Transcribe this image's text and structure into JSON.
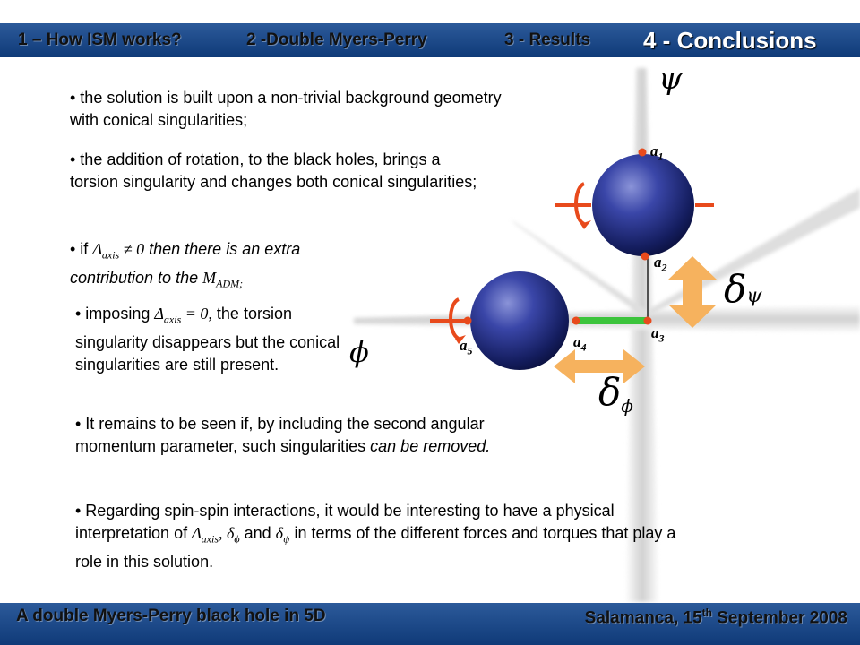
{
  "header": {
    "nav": [
      {
        "label": "1 – How ISM works?",
        "active": false
      },
      {
        "label": "2 -Double Myers-Perry",
        "active": false
      },
      {
        "label": "3 - Results",
        "active": false
      },
      {
        "label": "4 - Conclusions",
        "active": true
      }
    ]
  },
  "bullets": {
    "b1": "• the solution is built upon a non-trivial background geometry with conical singularities;",
    "b2": "• the addition of rotation, to the black holes, brings a torsion singularity and changes both conical singularities;",
    "b3_pre": "• if ",
    "b3_sym": "Δ",
    "b3_sub": "axis",
    "b3_rel": " ≠ 0",
    "b3_post": " then there is an extra contribution to the ",
    "b3_m": "M",
    "b3_msub": "ADM;",
    "b4_pre": "• imposing ",
    "b4_sym": "Δ",
    "b4_sub": "axis",
    "b4_rel": "   = 0,",
    "b4_post": " the torsion singularity disappears but the conical singularities are still present.",
    "b5_pre": "• It remains to be seen if, by including the second angular momentum parameter, such singularities ",
    "b5_ital": "can be removed.",
    "b6_pre": "• Regarding spin-spin interactions, it would be interesting to have a physical interpretation of ",
    "b6_sym": "Δ",
    "b6_sub": "axis",
    "b6_c1": ", δ",
    "b6_phi": "ϕ",
    "b6_and": " and ",
    "b6_d": "δ",
    "b6_psi": "ψ",
    "b6_post": " in terms of the different forces and torques that play a role in this solution."
  },
  "diagram": {
    "psi": "ψ",
    "phi": "ϕ",
    "delta": "δ",
    "labels": [
      {
        "base": "a",
        "sub": "1"
      },
      {
        "base": "a",
        "sub": "2"
      },
      {
        "base": "a",
        "sub": "3"
      },
      {
        "base": "a",
        "sub": "4"
      },
      {
        "base": "a",
        "sub": "5"
      }
    ],
    "colors": {
      "sphere": "#1e2a78",
      "marker": "#e84a1c",
      "rod": "#3cc43c",
      "arrow": "#f6b25e"
    }
  },
  "footer": {
    "left": "A double Myers-Perry black hole in 5D",
    "right_pre": "Salamanca, 15",
    "right_sup": "th",
    "right_post": " September 2008"
  }
}
